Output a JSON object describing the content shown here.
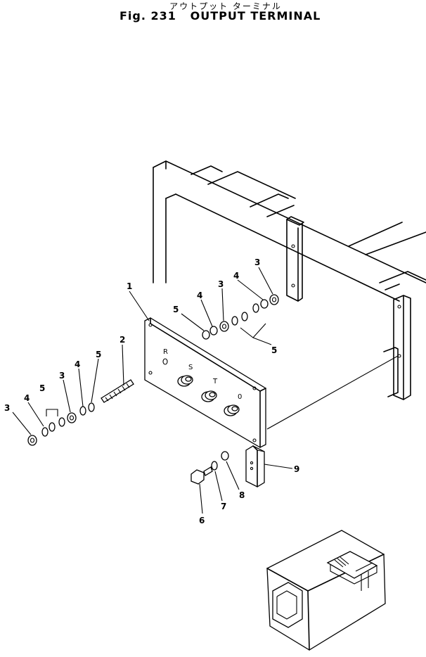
{
  "header": {
    "subtitle_jp": "アウトプット ターミナル",
    "title": "Fig. 231   OUTPUT TERMINAL"
  },
  "plate_labels": [
    "R",
    "S",
    "T",
    "0"
  ],
  "callouts": [
    {
      "id": "c1",
      "text": "1"
    },
    {
      "id": "c2",
      "text": "2"
    },
    {
      "id": "c3a",
      "text": "3"
    },
    {
      "id": "c3b",
      "text": "3"
    },
    {
      "id": "c3c",
      "text": "3"
    },
    {
      "id": "c3d",
      "text": "3"
    },
    {
      "id": "c4a",
      "text": "4"
    },
    {
      "id": "c4b",
      "text": "4"
    },
    {
      "id": "c4c",
      "text": "4"
    },
    {
      "id": "c4d",
      "text": "4"
    },
    {
      "id": "c5a",
      "text": "5"
    },
    {
      "id": "c5b",
      "text": "5"
    },
    {
      "id": "c5c",
      "text": "5"
    },
    {
      "id": "c5d",
      "text": "5"
    },
    {
      "id": "c6",
      "text": "6"
    },
    {
      "id": "c7",
      "text": "7"
    },
    {
      "id": "c8",
      "text": "8"
    },
    {
      "id": "c9",
      "text": "9"
    }
  ]
}
